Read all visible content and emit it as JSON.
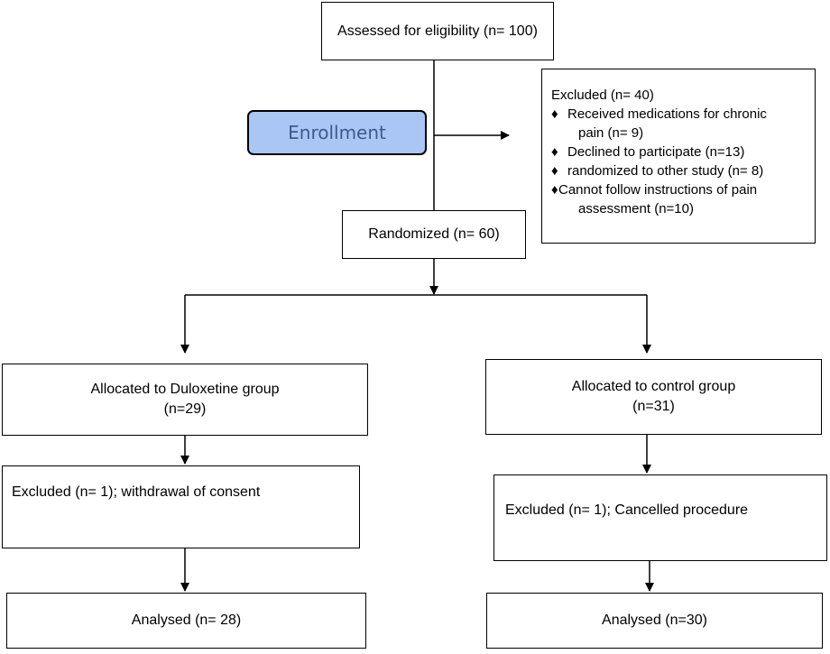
{
  "assessed": "Assessed for eligibility (n= 100)",
  "enrollment": "Enrollment",
  "excluded_box": {
    "title": "Excluded (n= 40)",
    "bullet": "♦",
    "items": [
      {
        "line1": "Received medications for chronic",
        "line2": "pain  (n= 9)"
      },
      {
        "line1": "Declined to participate (n=13)"
      },
      {
        "line1": "randomized to other study  (n= 8)"
      },
      {
        "line1": "Cannot follow instructions of pain",
        "line2": "assessment (n=10)"
      }
    ]
  },
  "randomized": "Randomized (n= 60)",
  "left_arm": {
    "allocated_line1": "Allocated to Duloxetine group",
    "allocated_line2": "(n=29)",
    "excluded": "Excluded (n= 1); withdrawal of consent",
    "analysed": "Analysed (n= 28)"
  },
  "right_arm": {
    "allocated_line1": "Allocated to control group",
    "allocated_line2": "(n=31)",
    "excluded": "Excluded (n= 1); Cancelled procedure",
    "analysed": "Analysed (n=30)"
  }
}
